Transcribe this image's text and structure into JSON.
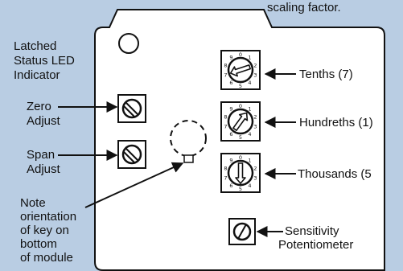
{
  "header": {
    "caption": "scaling factor."
  },
  "labels": {
    "led": [
      "Latched",
      "Status LED",
      "Indicator"
    ],
    "zero": [
      "Zero",
      "Adjust"
    ],
    "span": [
      "Span",
      "Adjust"
    ],
    "note": [
      "Note",
      "orientation",
      "of key on",
      "bottom",
      "of module"
    ],
    "tenths": "Tenths (7)",
    "hundredths": "Hundreths (1)",
    "thousands": "Thousands (5",
    "sensitivity": [
      "Sensitivity",
      "Potentiometer"
    ]
  },
  "dials": [
    {
      "name": "tenths",
      "value": 7
    },
    {
      "name": "hundredths",
      "value": 1
    },
    {
      "name": "thousands",
      "value": 5
    }
  ],
  "dial_digits": [
    "0",
    "1",
    "2",
    "3",
    "4",
    "5",
    "6",
    "7",
    "8",
    "9"
  ],
  "colors": {
    "background": "#b9cde3",
    "line": "#111111",
    "module": "#ffffff"
  }
}
